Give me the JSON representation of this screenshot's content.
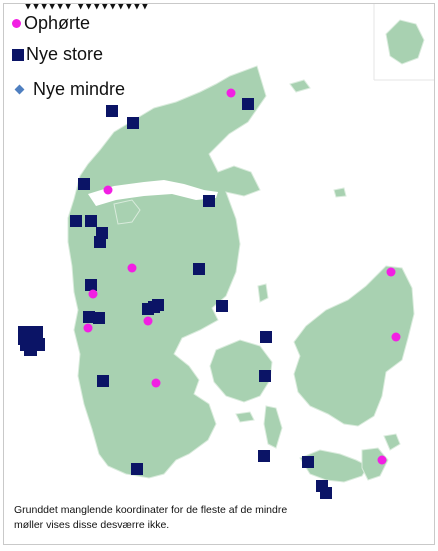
{
  "map": {
    "colors": {
      "land": "#a8d1b1",
      "land_stroke": "#d9ebdc",
      "removed": "#f21fe3",
      "new_large": "#0b1466",
      "new_small": "#4f7fc0"
    },
    "legend": {
      "removed": "Ophørte",
      "new_large": "Nye store",
      "new_small": "Nye mindre"
    },
    "note": "Grunddet manglende koordinater for de  fleste af de mindre møller vises disse desværre ikke.",
    "markers": {
      "removed": [
        [
          227,
          89
        ],
        [
          104,
          186
        ],
        [
          128,
          264
        ],
        [
          89,
          290
        ],
        [
          144,
          317
        ],
        [
          84,
          324
        ],
        [
          152,
          379
        ],
        [
          387,
          268
        ],
        [
          392,
          333
        ],
        [
          378,
          456
        ]
      ],
      "new_large": [
        [
          108,
          107
        ],
        [
          129,
          119
        ],
        [
          244,
          100
        ],
        [
          80,
          180
        ],
        [
          205,
          197
        ],
        [
          72,
          217
        ],
        [
          87,
          217
        ],
        [
          98,
          229
        ],
        [
          96,
          238
        ],
        [
          87,
          281
        ],
        [
          195,
          265
        ],
        [
          218,
          302
        ],
        [
          144,
          305
        ],
        [
          154,
          301
        ],
        [
          150,
          303
        ],
        [
          85,
          313
        ],
        [
          95,
          314
        ],
        [
          262,
          333
        ],
        [
          99,
          377
        ],
        [
          261,
          372
        ],
        [
          260,
          452
        ],
        [
          133,
          465
        ],
        [
          304,
          458
        ],
        [
          318,
          482
        ],
        [
          322,
          489
        ]
      ],
      "offshore_cluster": [
        [
          30,
          336
        ]
      ]
    }
  }
}
